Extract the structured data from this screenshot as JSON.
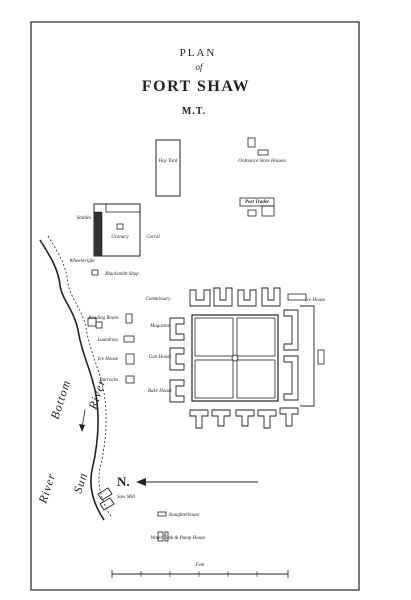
{
  "title": {
    "line1": "PLAN",
    "line2": "of",
    "line3": "FORT SHAW",
    "line4": "M.T."
  },
  "river_labels": {
    "river1": "River",
    "bottom": "Bottom",
    "sun": "Sun",
    "river2": "River"
  },
  "north_label": "N.",
  "building_labels": {
    "hay_yard": "Hay Yard",
    "ordnance_store": "Ordnance Store Houses",
    "post_trader": "Post Trader",
    "stables": "Stables",
    "corral": "Corral",
    "granary": "Granary",
    "wheelwright": "Wheelwright",
    "blacksmith_shop": "Blacksmith Shop",
    "reading_room": "Reading Room",
    "laundress": "Laundress",
    "ice_house": "Ice House",
    "barracks": "Barracks",
    "commissary": "Commissary",
    "magazine": "Magazine",
    "gun_house": "Gun House",
    "bake_house": "Bake House",
    "ice_house_2": "Ice House",
    "saw_mill": "Saw Mill",
    "slaughterhouse": "Slaughterhouse",
    "water_tank": "Water Tank & Pump House"
  },
  "scale_label": "Feet"
}
